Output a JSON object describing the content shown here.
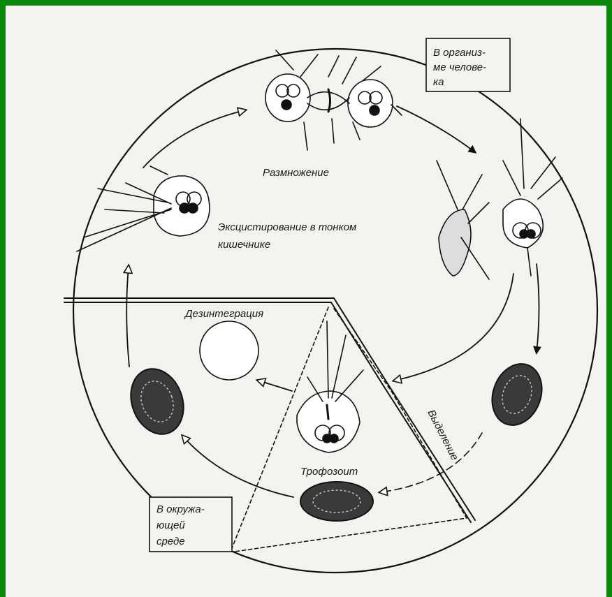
{
  "diagram": {
    "labels": {
      "in_body": [
        "В организ-",
        "ме челове-",
        "ка"
      ],
      "reproduction": "Размножение",
      "excystation": [
        "Эксцистирование в тонком",
        "кишечнике"
      ],
      "disintegration": "Дезинтеграция",
      "trophozoite": "Трофозоит",
      "excretion": "Выделение",
      "environment": [
        "В окружа-",
        "ющей",
        "среде"
      ]
    }
  }
}
